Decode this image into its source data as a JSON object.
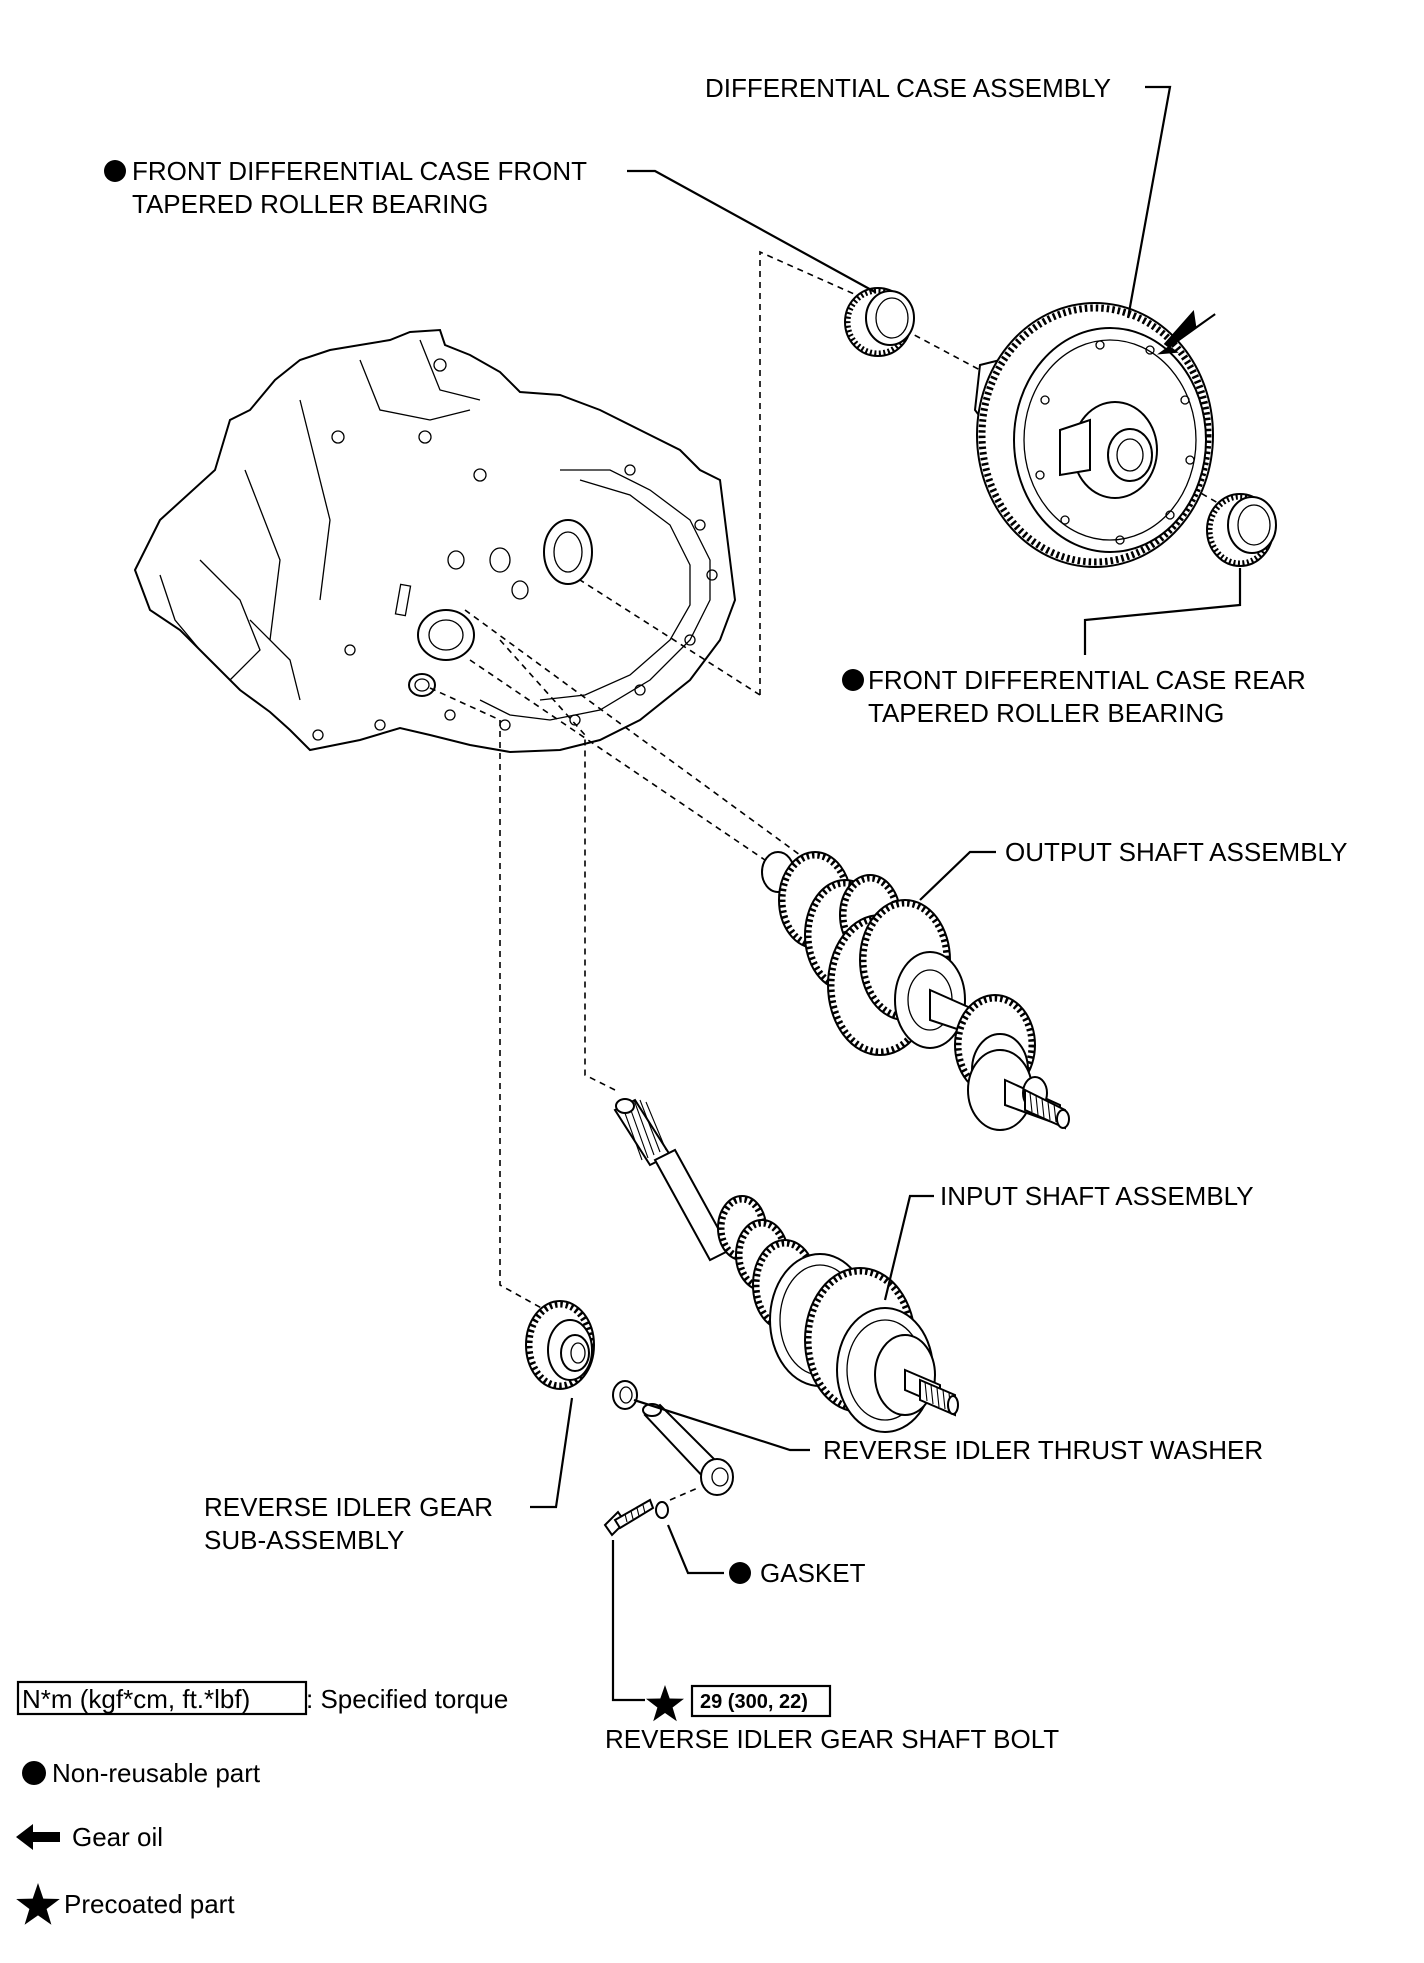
{
  "labels": {
    "differential_case_assembly": "DIFFERENTIAL CASE ASSEMBLY",
    "front_bearing_line1": "FRONT DIFFERENTIAL CASE FRONT",
    "front_bearing_line2": "TAPERED ROLLER BEARING",
    "rear_bearing_line1": "FRONT DIFFERENTIAL CASE REAR",
    "rear_bearing_line2": "TAPERED ROLLER BEARING",
    "output_shaft_assembly": "OUTPUT SHAFT ASSEMBLY",
    "input_shaft_assembly": "INPUT SHAFT ASSEMBLY",
    "reverse_idler_thrust_washer": "REVERSE IDLER THRUST WASHER",
    "reverse_idler_gear_line1": "REVERSE IDLER GEAR",
    "reverse_idler_gear_line2": "SUB-ASSEMBLY",
    "gasket": "GASKET",
    "torque_value": "29 (300, 22)",
    "reverse_idler_gear_shaft_bolt": "REVERSE IDLER GEAR SHAFT BOLT"
  },
  "legend": {
    "torque_box": "N*m (kgf*cm, ft.*lbf)",
    "torque_desc": ": Specified torque",
    "non_reusable": "Non-reusable part",
    "gear_oil": "Gear oil",
    "precoated": "Precoated part"
  },
  "icons": {
    "non_reusable": "filled-circle-icon",
    "gear_oil": "arrow-icon",
    "precoated": "star-icon"
  }
}
